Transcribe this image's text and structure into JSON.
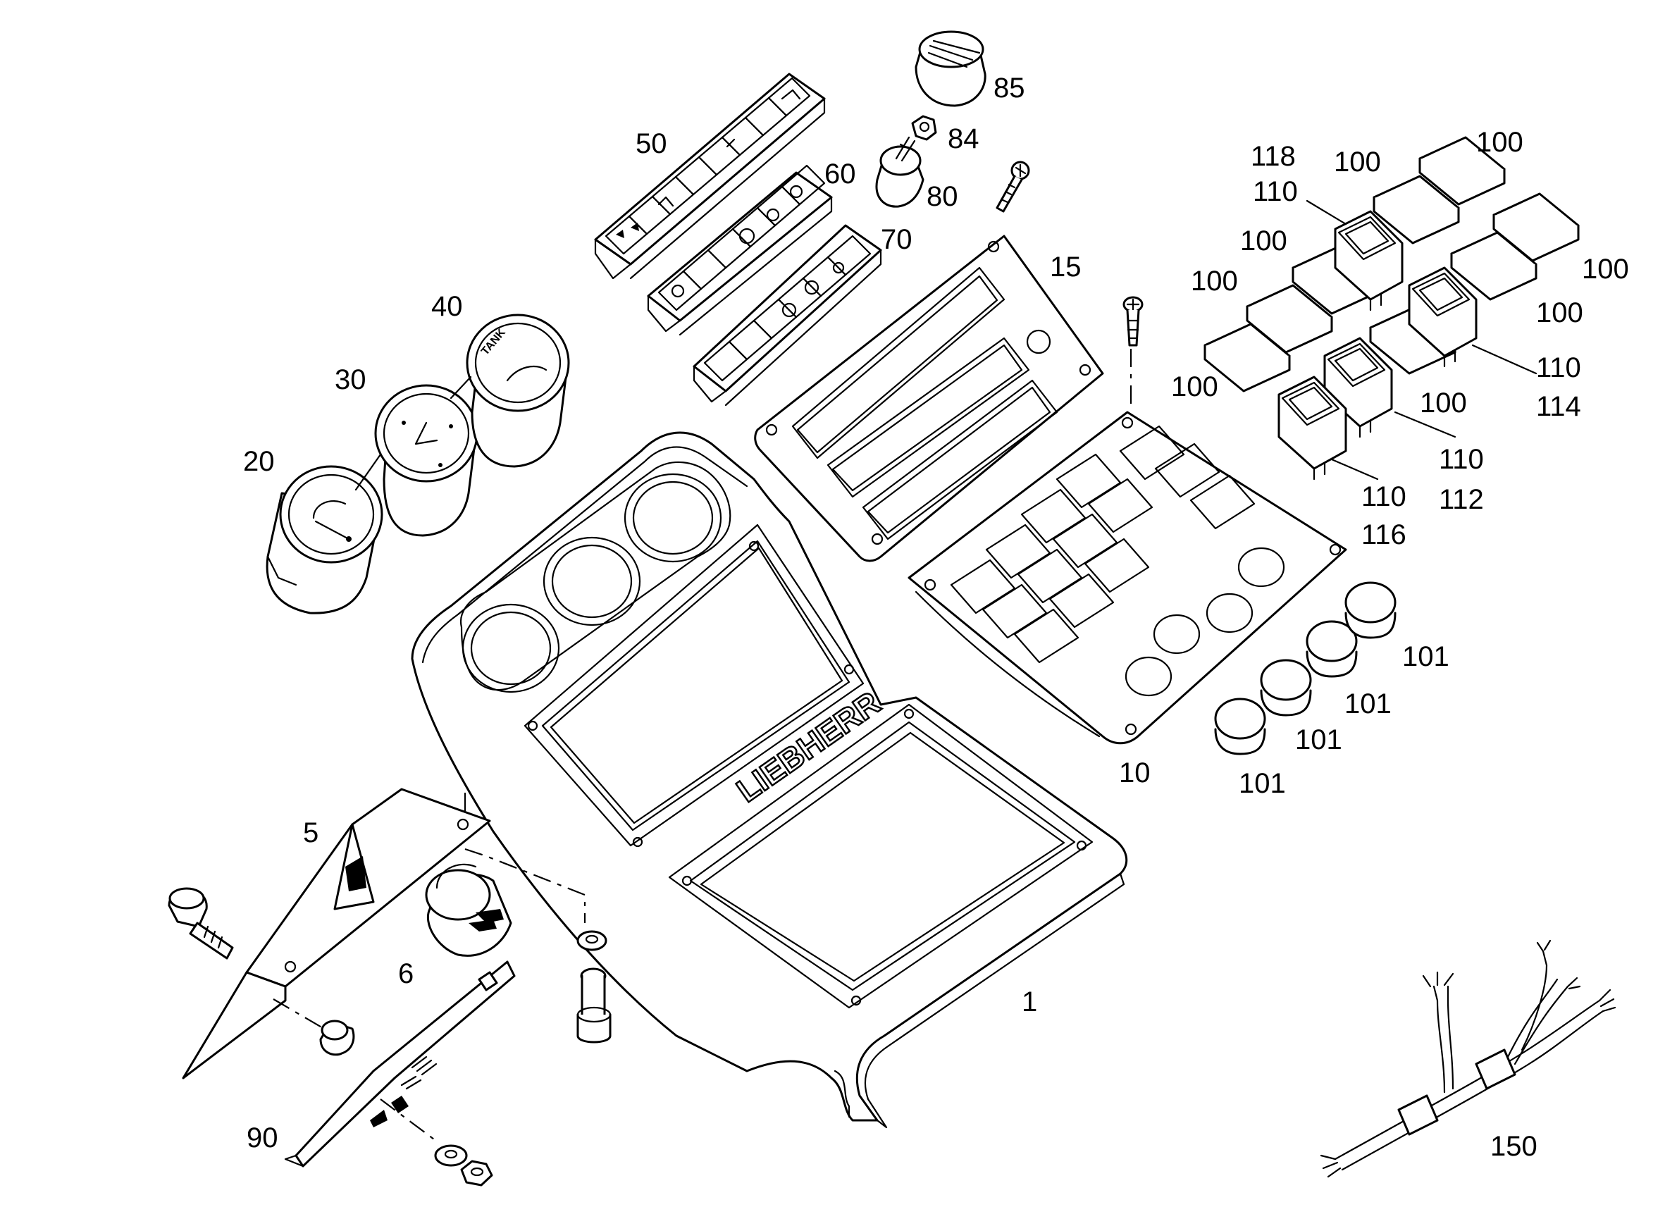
{
  "brand_text": "LIEBHERR",
  "gauge_text": "TANK",
  "labels": {
    "l1": "1",
    "l5": "5",
    "l6": "6",
    "l10": "10",
    "l15": "15",
    "l20": "20",
    "l30": "30",
    "l40": "40",
    "l50": "50",
    "l60": "60",
    "l70": "70",
    "l80": "80",
    "l84": "84",
    "l85": "85",
    "l90": "90",
    "l100a": "100",
    "l100b": "100",
    "l100c": "100",
    "l100d": "100",
    "l100e": "100",
    "l100f": "100",
    "l100g": "100",
    "l100h": "100",
    "l101a": "101",
    "l101b": "101",
    "l101c": "101",
    "l101d": "101",
    "l110a": "110",
    "l110b": "110",
    "l110c": "110",
    "l110d": "110",
    "l112": "112",
    "l114": "114",
    "l116": "116",
    "l118": "118",
    "l150": "150"
  }
}
